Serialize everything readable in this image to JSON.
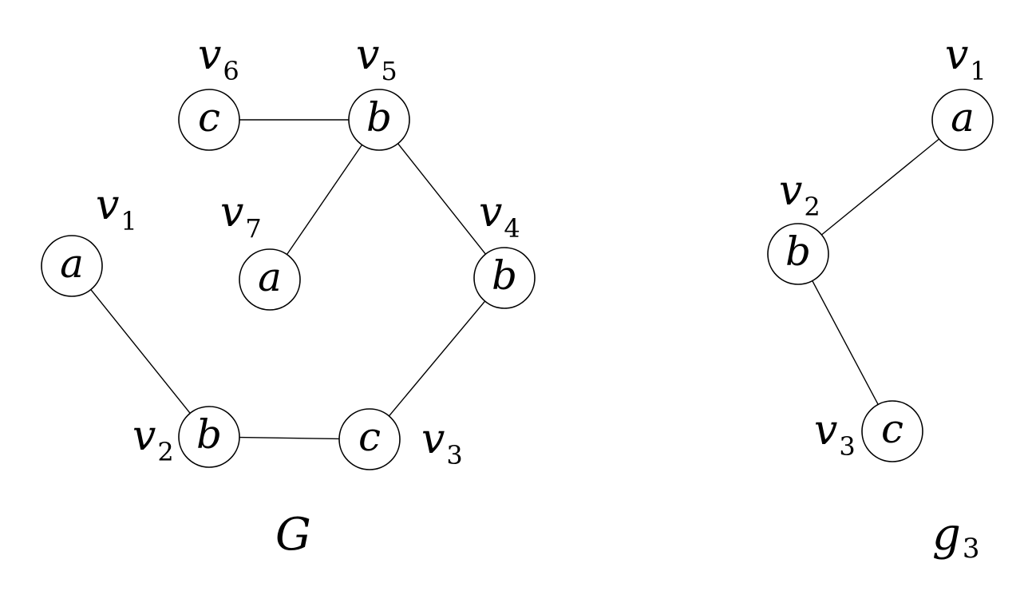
{
  "colors": {
    "stroke": "#000000",
    "fill": "#ffffff",
    "text": "#000000"
  },
  "graphs": [
    {
      "name_main": "G",
      "name_sub": "",
      "nodes": [
        {
          "id": "v6",
          "label": "c",
          "var": "v",
          "sub": "6"
        },
        {
          "id": "v5",
          "label": "b",
          "var": "v",
          "sub": "5"
        },
        {
          "id": "v1",
          "label": "a",
          "var": "v",
          "sub": "1"
        },
        {
          "id": "v7",
          "label": "a",
          "var": "v",
          "sub": "7"
        },
        {
          "id": "v4",
          "label": "b",
          "var": "v",
          "sub": "4"
        },
        {
          "id": "v2",
          "label": "b",
          "var": "v",
          "sub": "2"
        },
        {
          "id": "v3",
          "label": "c",
          "var": "v",
          "sub": "3"
        }
      ],
      "edges": [
        [
          "v6",
          "v5"
        ],
        [
          "v5",
          "v7"
        ],
        [
          "v5",
          "v4"
        ],
        [
          "v4",
          "v3"
        ],
        [
          "v2",
          "v3"
        ],
        [
          "v1",
          "v2"
        ]
      ]
    },
    {
      "name_main": "g",
      "name_sub": "3",
      "nodes": [
        {
          "id": "v1",
          "label": "a",
          "var": "v",
          "sub": "1"
        },
        {
          "id": "v2",
          "label": "b",
          "var": "v",
          "sub": "2"
        },
        {
          "id": "v3",
          "label": "c",
          "var": "v",
          "sub": "3"
        }
      ],
      "edges": [
        [
          "v1",
          "v2"
        ],
        [
          "v2",
          "v3"
        ]
      ]
    }
  ]
}
